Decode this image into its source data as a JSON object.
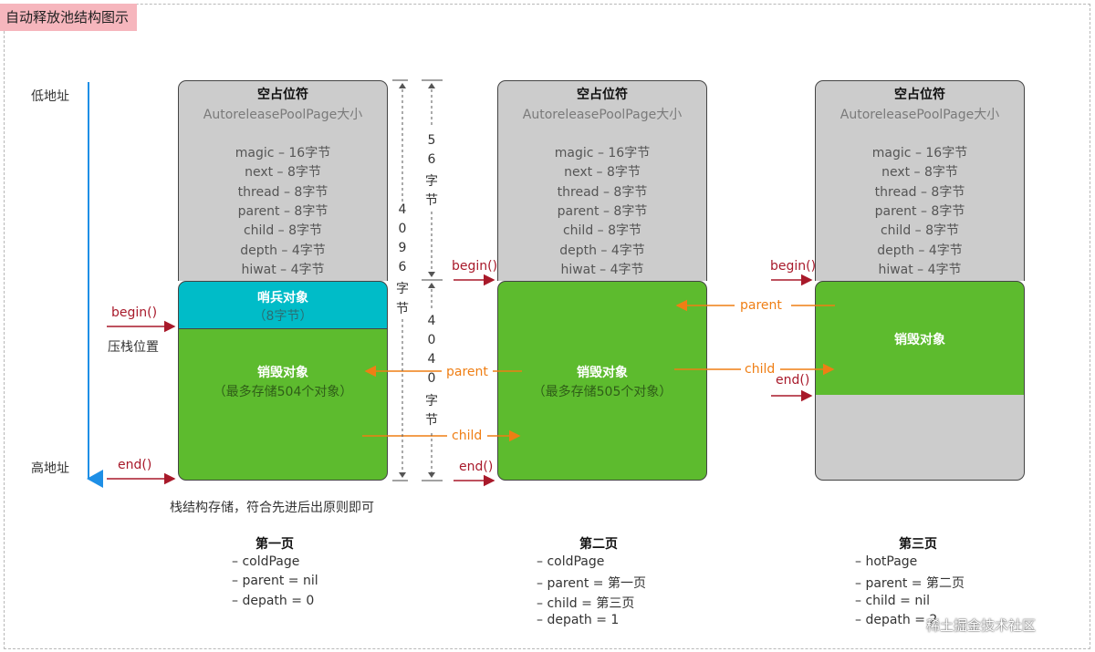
{
  "title": "自动释放池结构图示",
  "axis": {
    "low": "低地址",
    "high": "高地址"
  },
  "page_box": {
    "placeholder_title": "空占位符",
    "placeholder_sub": "AutoreleasePoolPage大小",
    "fields": [
      "magic – 16字节",
      "next – 8字节",
      "thread – 8字节",
      "parent – 8字节",
      "child – 8字节",
      "depth – 4字节",
      "hiwat – 4字节"
    ]
  },
  "sentinel": {
    "title": "哨兵对象",
    "sub": "（8字节）"
  },
  "destroy1": {
    "title": "销毁对象",
    "sub": "（最多存储504个对象）"
  },
  "destroy2": {
    "title": "销毁对象",
    "sub": "（最多存储505个对象）"
  },
  "destroy3": {
    "title": "销毁对象"
  },
  "sizes": {
    "s56": [
      "5",
      "6",
      "字",
      "节"
    ],
    "s4096": [
      "4",
      "0",
      "9",
      "6",
      "字",
      "节"
    ],
    "s4040": [
      "4",
      "0",
      "4",
      "0",
      "字",
      "节"
    ]
  },
  "labels": {
    "begin": "begin()",
    "end": "end()",
    "push_pos": "压栈位置",
    "stack_note": "栈结构存储，符合先进后出原则即可",
    "parent": "parent",
    "child": "child"
  },
  "pages": [
    {
      "title": "第一页",
      "lines": [
        "– coldPage",
        "– parent = nil",
        "– depath = 0"
      ]
    },
    {
      "title": "第二页",
      "lines": [
        "– coldPage",
        "– parent = 第一页",
        "– child = 第三页",
        "– depath = 1"
      ]
    },
    {
      "title": "第三页",
      "lines": [
        "– hotPage",
        "– parent = 第二页",
        "– child = nil",
        "– depath = 2"
      ]
    }
  ],
  "watermark": "稀土掘金技术社区",
  "colors": {
    "gray": "#cccccc",
    "cyan": "#00bcc8",
    "green": "#5dbb2e",
    "red_arrow": "#a8192a",
    "orange_arrow": "#ef7e14",
    "blue_axis": "#1e8fe6"
  }
}
